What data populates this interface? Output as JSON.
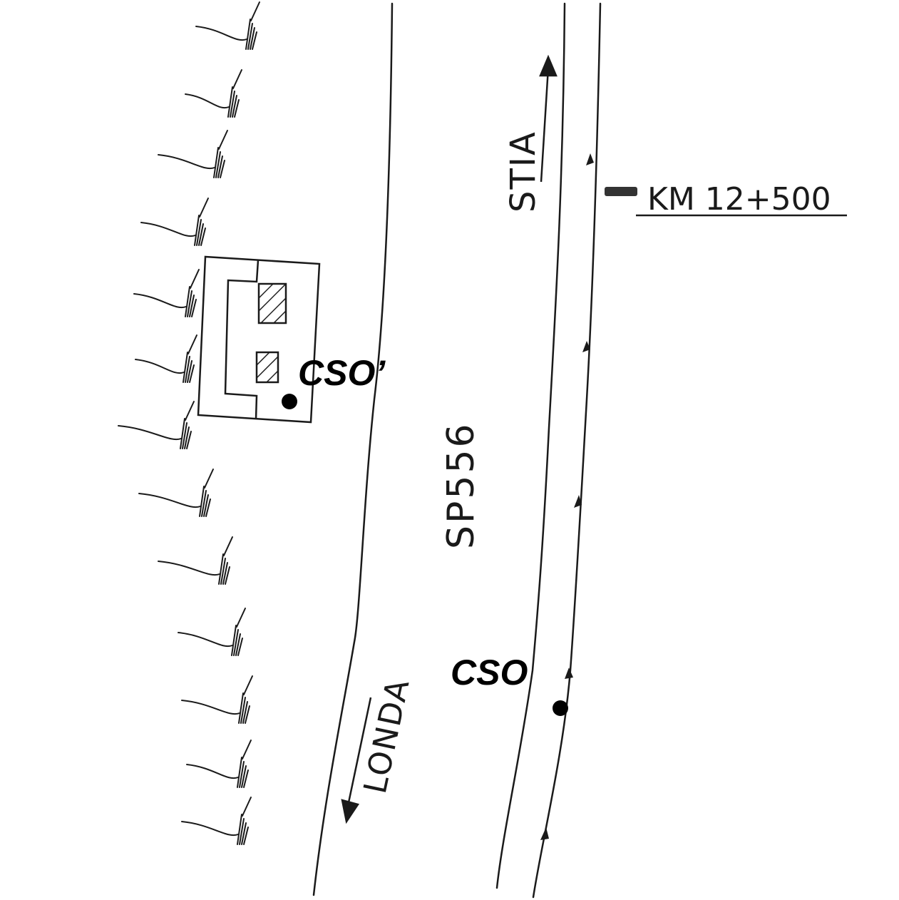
{
  "road": {
    "name": "SP556",
    "direction_north": "STIA",
    "direction_south": "LONDA"
  },
  "kilometer_marker": {
    "label": "KM 12+500"
  },
  "points": {
    "cso": "CSO",
    "cso_prime": "CSO’"
  },
  "colors": {
    "ink": "#1a1a1a",
    "background": "#ffffff"
  },
  "icons": {
    "vegetation": "grass-tuft-icon",
    "building": "building-plan-icon",
    "arrow": "arrow-icon",
    "marker": "kilometer-post-icon"
  }
}
